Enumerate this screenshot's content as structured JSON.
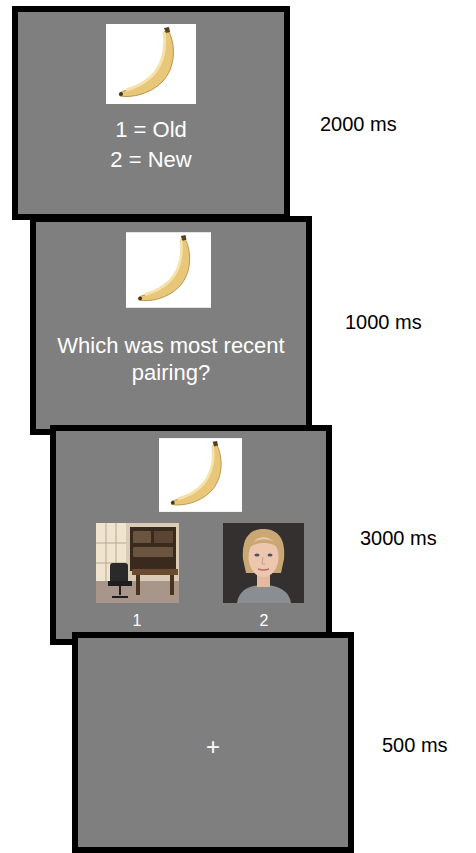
{
  "diagram": {
    "nodes": [
      {
        "text": [
          "1 = Old",
          "2 = New"
        ]
      },
      {
        "text": [
          "Which was most recent pairing?"
        ]
      },
      {
        "text": [
          "1",
          "2"
        ]
      },
      {
        "text": [
          "+"
        ]
      }
    ],
    "labels": [
      "2000 ms",
      "1000 ms",
      "3000 ms",
      "500 ms"
    ]
  }
}
